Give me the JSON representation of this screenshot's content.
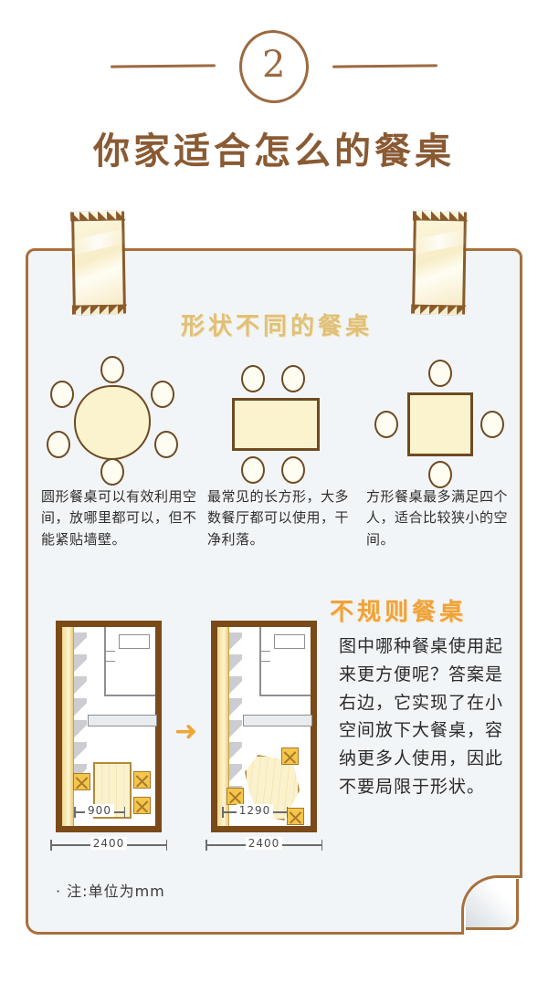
{
  "header": {
    "badge_number": "2",
    "title": "你家适合怎么的餐桌"
  },
  "sections": {
    "shapes_heading": "形状不同的餐桌",
    "irregular_heading": "不规则餐桌"
  },
  "shape_tables": [
    {
      "name": "round-table",
      "caption": "圆形餐桌可以有效利用空间，放哪里都可以，但不能紧贴墙壁。",
      "chair_count": 6
    },
    {
      "name": "rectangular-table",
      "caption": "最常见的长方形，大多数餐厅都可以使用，干净利落。",
      "chair_count": 4
    },
    {
      "name": "square-table",
      "caption": "方形餐桌最多满足四个人，适合比较狭小的空间。",
      "chair_count": 4
    }
  ],
  "floor_plans": {
    "left": {
      "table_width_label": "900",
      "room_width_label": "2400"
    },
    "right": {
      "table_width_label": "1290",
      "room_width_label": "2400"
    },
    "arrow_glyph": "➜"
  },
  "body_text": "图中哪种餐桌使用起来更方便呢？答案是右边，它实现了在小空间放下大餐桌，容纳更多人使用，因此不要局限于形状。",
  "footnote": "· 注:单位为mm",
  "colors": {
    "title_brown": "#8a5a33",
    "rule_brown": "#9c6a40",
    "paper_border": "#a8703c",
    "paper_bg": "#f2f5f7",
    "shapes_heading_gold": "#e0c079",
    "irregular_heading_orange": "#efa23a",
    "table_fill_cream": "#fbf3ce",
    "table_outline": "#6e4a22",
    "wall_brown": "#7a4a18",
    "seat_yellow": "#f4c64a",
    "arrow_orange": "#f0a53b"
  }
}
